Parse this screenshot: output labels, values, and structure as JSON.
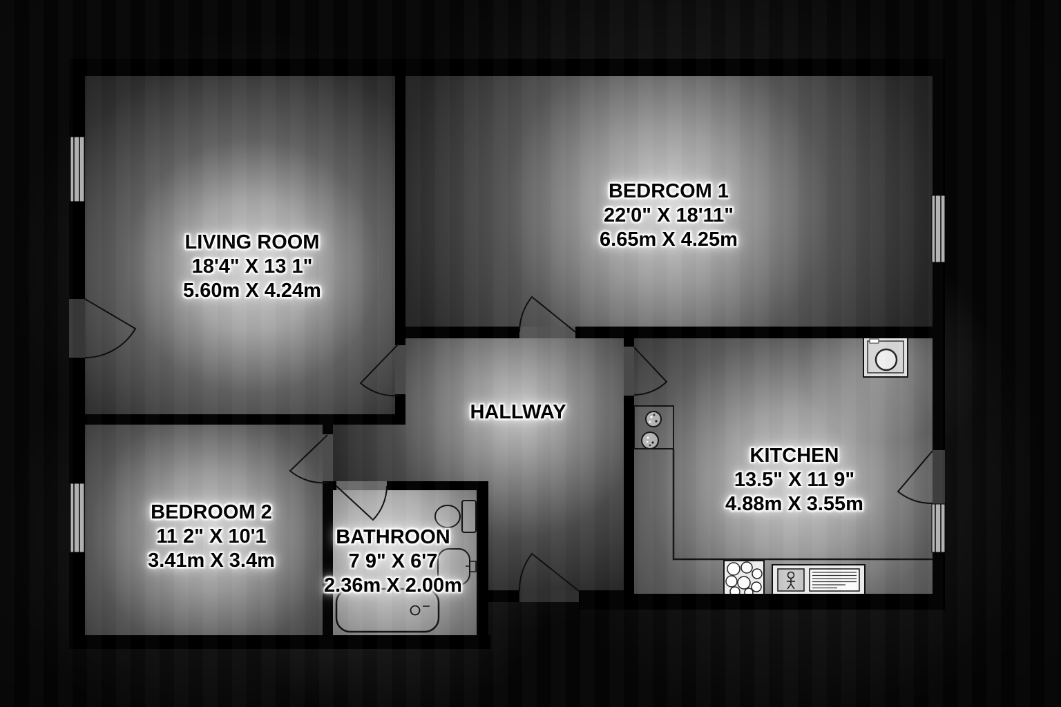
{
  "plan_type": "floorplan",
  "rooms": {
    "living": {
      "name": "LIVING ROOM",
      "imperial": "18'4\" X 13 1\"",
      "metric": "5.60m X 4.24m"
    },
    "bedroom1": {
      "name": "BEDRCOM 1",
      "imperial": "22'0\" X 18'11\"",
      "metric": "6.65m X 4.25m"
    },
    "hallway": {
      "name": "HALLWAY"
    },
    "kitchen": {
      "name": "KITCHEN",
      "imperial": "13.5\" X 11 9\"",
      "metric": "4.88m X 3.55m"
    },
    "bedroom2": {
      "name": "BEDROOM 2",
      "imperial": "11 2\" X 10'1",
      "metric": "3.41m X 3.4m"
    },
    "bathroom": {
      "name": "BATHROON",
      "imperial": "7 9\" X 6'7",
      "metric": "2.36m X 2.00m"
    }
  },
  "fixtures": {
    "kitchen": [
      "washing-machine",
      "hob-rings",
      "sink-with-dishes",
      "cooker-unit",
      "worktop"
    ],
    "bathroom": [
      "toilet",
      "wash-basin",
      "bathtub"
    ]
  },
  "colors": {
    "wall": "#000000",
    "floor_highlight": "#d2d2d2",
    "background": "#050505",
    "label_text": "#000000",
    "label_glow": "#ffffff"
  }
}
